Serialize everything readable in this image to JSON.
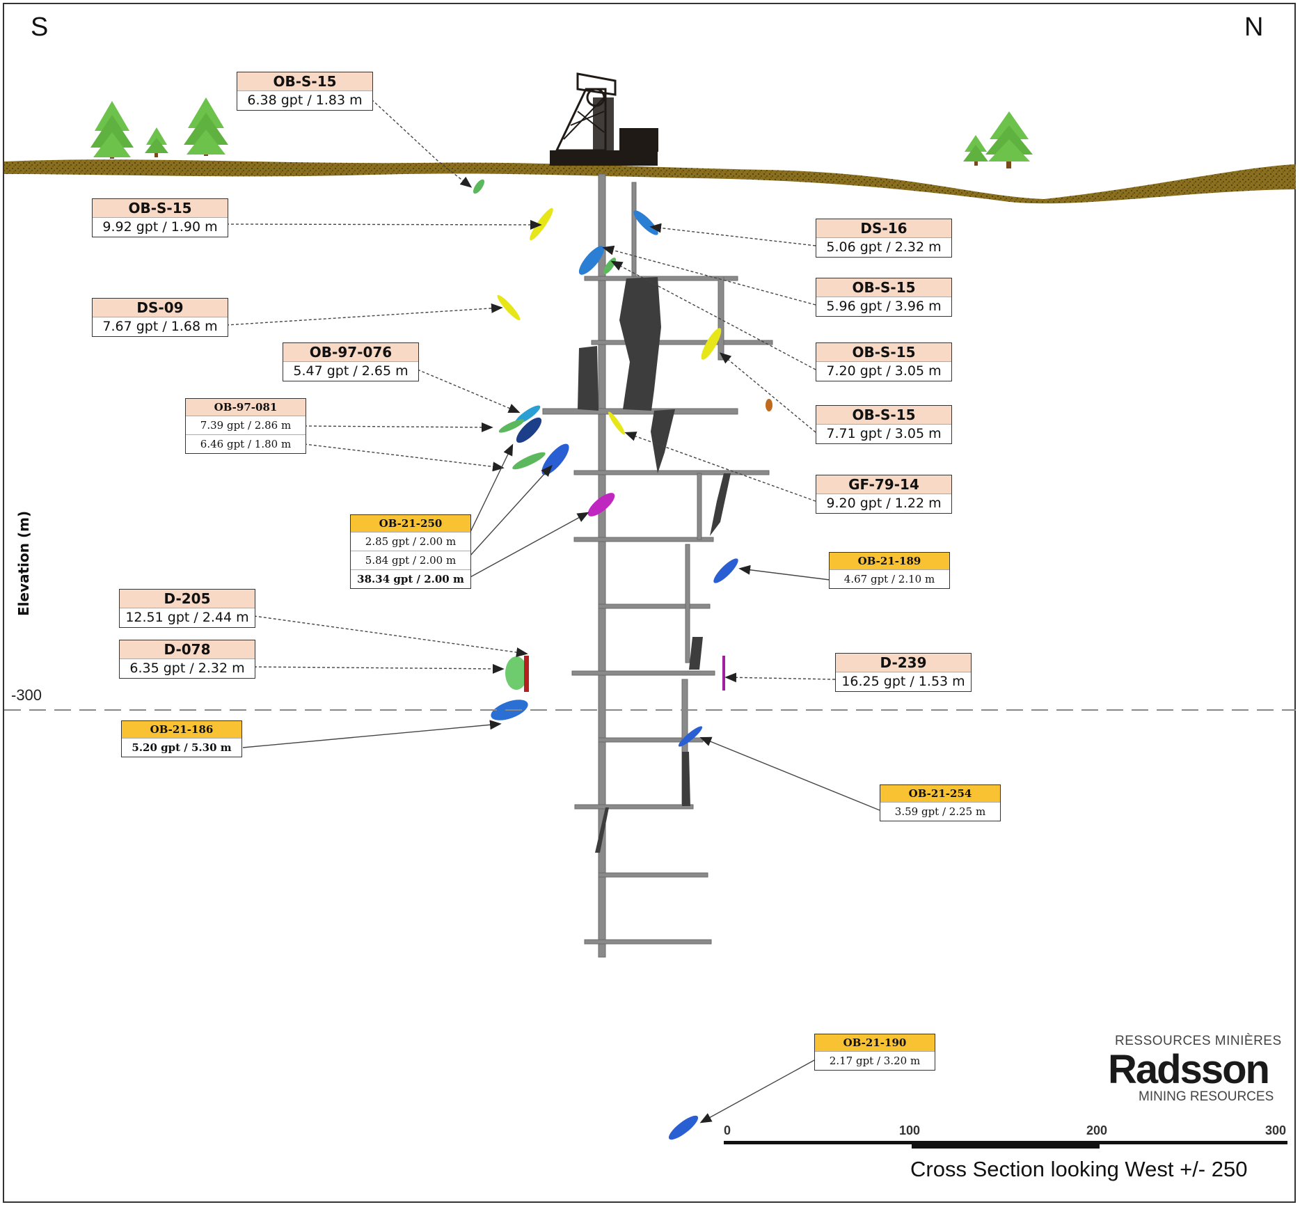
{
  "compass": {
    "left": "S",
    "right": "N"
  },
  "axis_title": "Elevation (m)",
  "level_label": "-300",
  "labels": [
    {
      "id": "obs15-a",
      "style": "pk",
      "hole": "OB-S-15",
      "values": [
        "6.38 gpt / 1.83 m"
      ]
    },
    {
      "id": "obs15-b",
      "style": "pk",
      "hole": "OB-S-15",
      "values": [
        "9.92 gpt / 1.90 m"
      ]
    },
    {
      "id": "ds09",
      "style": "pk",
      "hole": "DS-09",
      "values": [
        "7.67 gpt / 1.68 m"
      ]
    },
    {
      "id": "ob97076",
      "style": "pk",
      "hole": "OB-97-076",
      "values": [
        "5.47 gpt / 2.65 m"
      ]
    },
    {
      "id": "ob97081",
      "style": "sm",
      "hole": "OB-97-081",
      "values": [
        "7.39 gpt / 2.86 m",
        "6.46 gpt / 1.80 m"
      ]
    },
    {
      "id": "ob21250",
      "style": "yl",
      "hole": "OB-21-250",
      "values": [
        "2.85 gpt / 2.00 m",
        "5.84 gpt / 2.00 m",
        "38.34 gpt / 2.00 m"
      ]
    },
    {
      "id": "d205",
      "style": "pk",
      "hole": "D-205",
      "values": [
        "12.51 gpt / 2.44 m"
      ]
    },
    {
      "id": "d078",
      "style": "pk",
      "hole": "D-078",
      "values": [
        "6.35 gpt / 2.32 m"
      ]
    },
    {
      "id": "ob21186",
      "style": "yl",
      "hole": "OB-21-186",
      "values": [
        "5.20 gpt / 5.30 m"
      ]
    },
    {
      "id": "ds16",
      "style": "pk",
      "hole": "DS-16",
      "values": [
        "5.06 gpt / 2.32 m"
      ]
    },
    {
      "id": "obs15-c",
      "style": "pk",
      "hole": "OB-S-15",
      "values": [
        "5.96 gpt / 3.96 m"
      ]
    },
    {
      "id": "obs15-d",
      "style": "pk",
      "hole": "OB-S-15",
      "values": [
        "7.20 gpt / 3.05 m"
      ]
    },
    {
      "id": "obs15-e",
      "style": "pk",
      "hole": "OB-S-15",
      "values": [
        "7.71 gpt / 3.05 m"
      ]
    },
    {
      "id": "gf7914",
      "style": "pk",
      "hole": "GF-79-14",
      "values": [
        "9.20 gpt / 1.22 m"
      ]
    },
    {
      "id": "ob21189",
      "style": "yl",
      "hole": "OB-21-189",
      "values": [
        "4.67 gpt / 2.10 m"
      ]
    },
    {
      "id": "d239",
      "style": "pk",
      "hole": "D-239",
      "values": [
        "16.25 gpt / 1.53 m"
      ]
    },
    {
      "id": "ob21254",
      "style": "yl",
      "hole": "OB-21-254",
      "values": [
        "3.59 gpt / 2.25 m"
      ]
    },
    {
      "id": "ob21190",
      "style": "yl",
      "hole": "OB-21-190",
      "values": [
        "2.17 gpt / 3.20 m"
      ]
    }
  ],
  "scale_bar": {
    "ticks": [
      "0",
      "100",
      "200",
      "300"
    ]
  },
  "logo": {
    "line1": "RESSOURCES MINIÈRES",
    "name": "Radsson",
    "line2": "MINING RESOURCES"
  },
  "caption": "Cross Section looking West +/- 250",
  "colors": {
    "ground": "#8a6f1e",
    "label_pink": "#f8d9c6",
    "label_yellow": "#f9c233",
    "tree": "#6cc24a",
    "level_gray": "#8a8a8a",
    "ore_dark": "#3d3d3d"
  }
}
